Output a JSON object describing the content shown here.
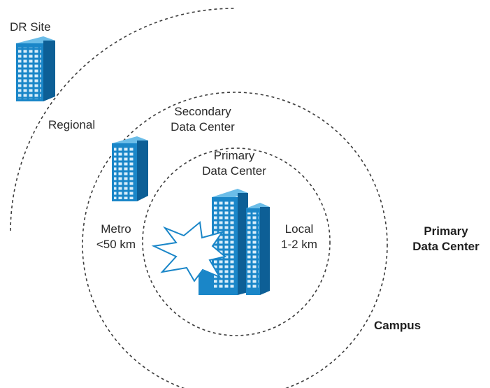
{
  "colors": {
    "building_front": "#1a86c8",
    "building_side": "#0d5f96",
    "building_top": "#6bbde8",
    "window": "#d9eefa",
    "ring_stroke": "#3c3c3c",
    "starburst_stroke": "#1a86c8",
    "text": "#2a2a2a"
  },
  "icons": {
    "dr_site": "building-icon",
    "secondary": "building-icon",
    "primary": "twin-tower-building-icon",
    "disaster": "starburst-icon"
  },
  "labels": {
    "dr_site": "DR Site",
    "regional": "Regional",
    "secondary_line1": "Secondary",
    "secondary_line2": "Data Center",
    "primary_inner_line1": "Primary",
    "primary_inner_line2": "Data Center",
    "metro_line1": "Metro",
    "metro_line2": "<50 km",
    "local_line1": "Local",
    "local_line2": "1-2 km",
    "primary_outer_line1": "Primary",
    "primary_outer_line2": "Data Center",
    "campus": "Campus"
  }
}
